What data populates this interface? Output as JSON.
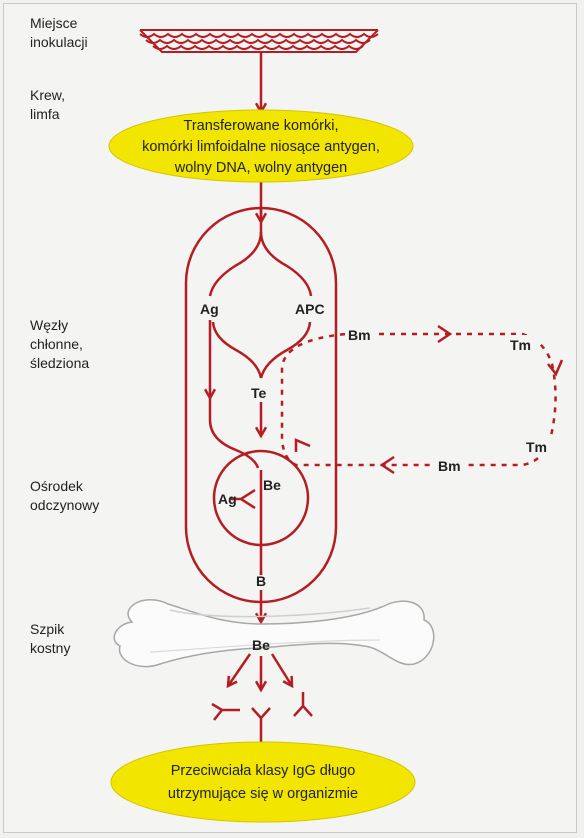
{
  "stages": [
    "Miejsce\ninokulacji",
    "Krew,\nlimfa",
    "Węzły\nchłonne,\nśledziona",
    "Ośrodek\nodczynowy",
    "Szpik\nkostny"
  ],
  "top_ellipse": [
    "Transferowane komórki,",
    "komórki limfoidalne niosące antygen,",
    "wolny DNA, wolny antygen"
  ],
  "nodes": {
    "ag": "Ag",
    "apc": "APC",
    "te": "Te",
    "be_center": "Be",
    "ag_center": "Ag",
    "b": "B",
    "be_bone": "Be",
    "bm_top": "Bm",
    "tm_top": "Tm",
    "tm_bottom": "Tm",
    "bm_bottom": "Bm"
  },
  "bottom_ellipse": [
    "Przeciwciała klasy IgG długo",
    "utrzymujące się w organizmie"
  ],
  "colors": {
    "arrow": "#b41e23",
    "ellipse_fill": "#f2e600",
    "text": "#222222"
  }
}
